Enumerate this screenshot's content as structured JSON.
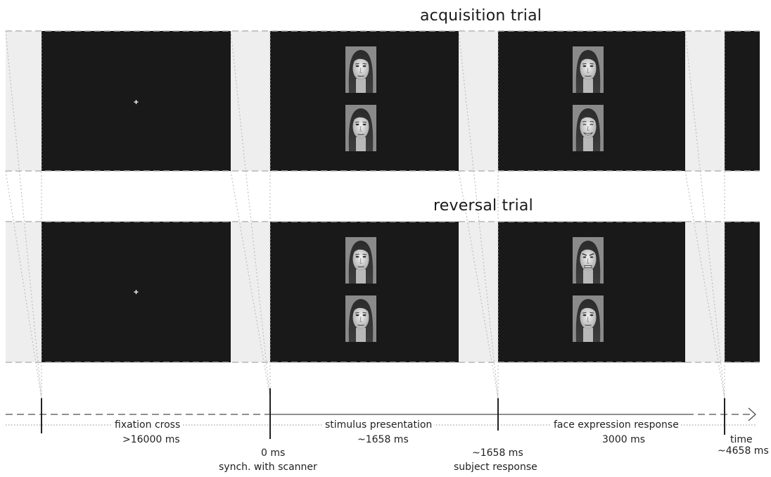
{
  "trials": [
    {
      "title": "acquisition trial"
    },
    {
      "title": "reversal trial"
    }
  ],
  "timeline": {
    "phases": [
      {
        "name": "fixation cross",
        "duration": ">16000 ms"
      },
      {
        "name": "stimulus presentation",
        "duration": "~1658 ms"
      },
      {
        "name": "face expression response",
        "duration": "3000 ms"
      }
    ],
    "markers": [
      {
        "time": "0 ms",
        "event": "synch. with scanner"
      },
      {
        "time": "~1658 ms",
        "event": "subject response"
      },
      {
        "time": "~4658 ms",
        "event": ""
      }
    ],
    "axis_label": "time"
  },
  "colors": {
    "screen": "#191919",
    "gap": "#eeeeee",
    "dashed_border": "#b5b5b5",
    "axis": "#4d4d4d",
    "dotted": "#b5b5b5"
  },
  "stimuli": {
    "acquisition": {
      "stimulus": [
        "neutral-face",
        "neutral-face"
      ],
      "response": [
        "neutral-face",
        "happy-face"
      ]
    },
    "reversal": {
      "stimulus": [
        "neutral-face",
        "neutral-face"
      ],
      "response": [
        "angry-face",
        "neutral-face"
      ]
    }
  }
}
